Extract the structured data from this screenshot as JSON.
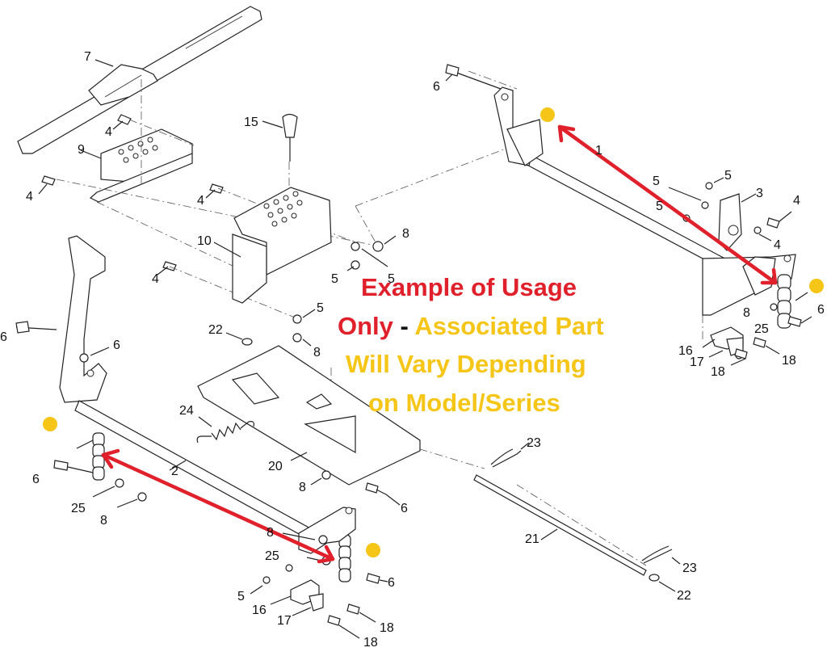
{
  "notice": {
    "line1": "Example of Usage",
    "line2_red": "Only",
    "line2_sep": "-",
    "line2_yellow": "Associated Part",
    "line3": "Will Vary Depending",
    "line4": "on Model/Series",
    "red_color": "#e0202a",
    "yellow_color": "#f5c518"
  },
  "callouts": [
    "7",
    "4",
    "9",
    "4",
    "4",
    "15",
    "10",
    "4",
    "5",
    "5",
    "8",
    "5",
    "6",
    "22",
    "24",
    "20",
    "8",
    "6",
    "2",
    "6",
    "25",
    "8",
    "8",
    "25",
    "5",
    "16",
    "17",
    "18",
    "18",
    "6",
    "23",
    "21",
    "23",
    "22",
    "6",
    "1",
    "5",
    "5",
    "3",
    "4",
    "4",
    "8",
    "6",
    "25",
    "16",
    "17",
    "18",
    "18",
    "5",
    "6",
    "8"
  ],
  "highlights": [
    "chain-link-right",
    "chain-link-front",
    "chain-link-left"
  ]
}
